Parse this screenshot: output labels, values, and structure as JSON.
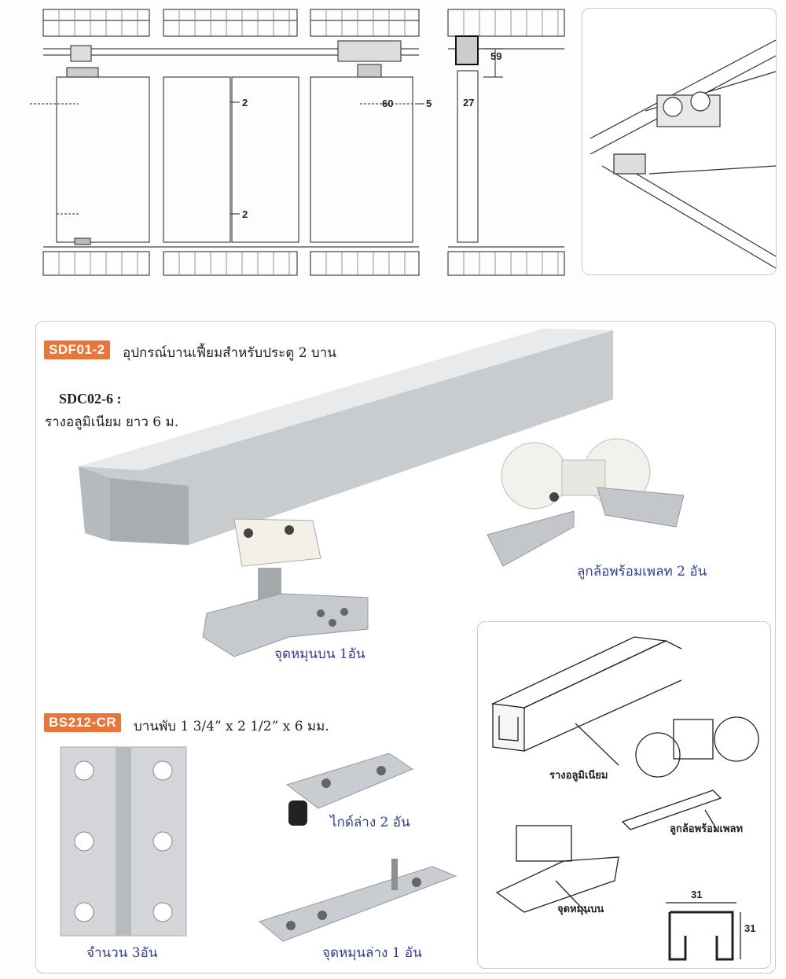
{
  "top_diagram": {
    "dimensions": {
      "gap_top": "2",
      "gap_bottom": "2",
      "offset_60": "60",
      "offset_5": "5",
      "height_59": "59",
      "width_27": "27"
    }
  },
  "sdf_section": {
    "code": "SDF01-2",
    "title": "อุปกรณ์บานเฟี้ยมสำหรับประตู 2 บาน",
    "rail_code": "SDC02-6 :",
    "rail_desc": "รางอลูมิเนียม ยาว 6 ม.",
    "caption_roller": "ลูกล้อพร้อมเพลท 2 อัน",
    "caption_top_pivot": "จุดหมุนบน 1อัน"
  },
  "bs_section": {
    "code": "BS212-CR",
    "title": "บานพับ  1 3/4” x 2 1/2” x 6 มม.",
    "caption_hinge": "จำนวน 3อัน",
    "caption_bottom_guide": "ไกด์ล่าง 2 อัน",
    "caption_bottom_pivot": "จุดหมุนล่าง 1 อัน"
  },
  "line_drawing": {
    "label_rail": "รางอลูมิเนียม",
    "label_roller": "ลูกล้อพร้อมเพลท",
    "label_top_pivot": "จุดหมุนบน",
    "profile_width": "31",
    "profile_height": "31"
  },
  "colors": {
    "badge": "#e8753a",
    "caption": "#2f3d92",
    "panel_border": "#c9c9c9"
  }
}
